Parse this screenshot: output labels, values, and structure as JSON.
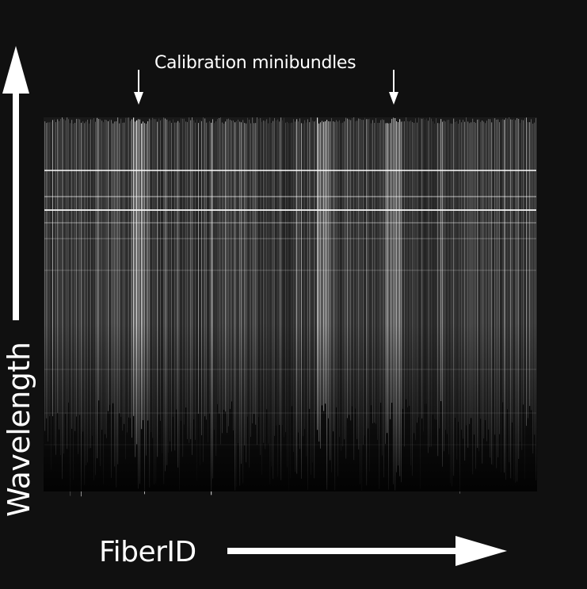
{
  "annotations": {
    "callout_text": "Calibration minibundles",
    "x_axis_label": "FiberID",
    "y_axis_label": "Wavelength"
  },
  "colors": {
    "background": "#101010",
    "arrow": "#ffffff",
    "spectra": "#ffffff"
  }
}
